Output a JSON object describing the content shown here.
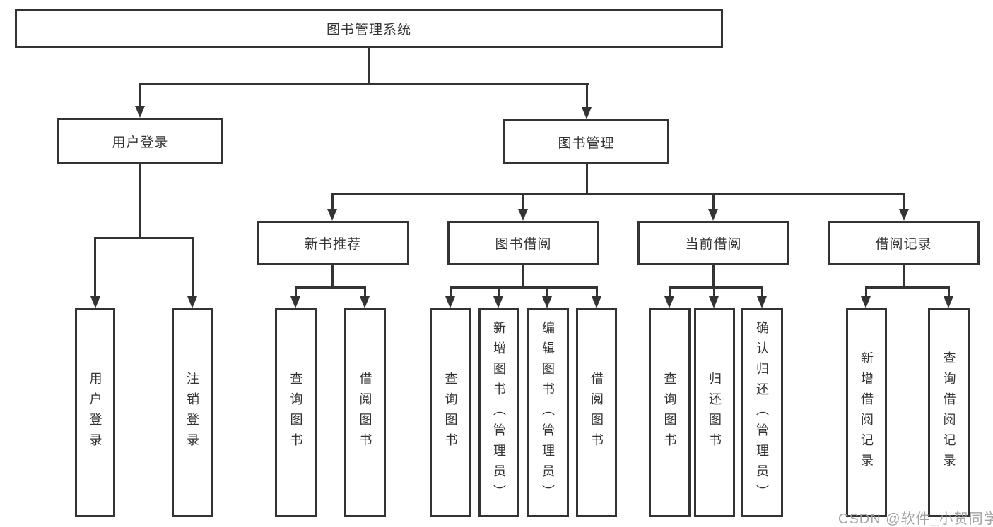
{
  "diagram": {
    "title": "图书管理系统",
    "type": "hierarchy-tree",
    "colors": {
      "line": "#333333",
      "border": "#333333",
      "text": "#333333",
      "background": "#ffffff",
      "watermark": "#9e9e9e"
    },
    "root": {
      "label": "图书管理系统"
    },
    "level2": {
      "user_login": {
        "label": "用户登录"
      },
      "book_management": {
        "label": "图书管理"
      }
    },
    "level3": {
      "new_book_recommend": {
        "label": "新书推荐",
        "parent": "图书管理"
      },
      "book_borrow": {
        "label": "图书借阅",
        "parent": "图书管理"
      },
      "current_borrow": {
        "label": "当前借阅",
        "parent": "图书管理"
      },
      "borrow_record": {
        "label": "借阅记录",
        "parent": "图书管理"
      }
    },
    "leaves": {
      "user_login_leaf": {
        "label": "用户登录",
        "parent": "用户登录"
      },
      "logout_leaf": {
        "label": "注销登录",
        "parent": "用户登录"
      },
      "nbr_query_book": {
        "label": "查询图书",
        "parent": "新书推荐"
      },
      "nbr_borrow_book": {
        "label": "借阅图书",
        "parent": "新书推荐"
      },
      "bb_query_book": {
        "label": "查询图书",
        "parent": "图书借阅"
      },
      "bb_add_book": {
        "label": "新增图书（管理员）",
        "parent": "图书借阅"
      },
      "bb_edit_book": {
        "label": "编辑图书（管理员）",
        "parent": "图书借阅"
      },
      "bb_borrow_book": {
        "label": "借阅图书",
        "parent": "图书借阅"
      },
      "cb_query_book": {
        "label": "查询图书",
        "parent": "当前借阅"
      },
      "cb_return_book": {
        "label": "归还图书",
        "parent": "当前借阅"
      },
      "cb_confirm_return": {
        "label": "确认归还（管理员）",
        "parent": "当前借阅"
      },
      "br_add_record": {
        "label": "新增借阅记录",
        "parent": "借阅记录"
      },
      "br_query_record": {
        "label": "查询借阅记录",
        "parent": "借阅记录"
      }
    },
    "watermark": {
      "text": "CSDN @软件_小贺同学"
    }
  }
}
